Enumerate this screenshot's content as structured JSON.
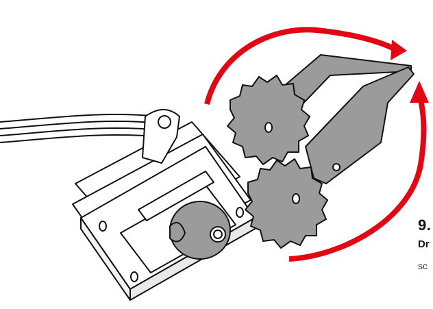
{
  "step": {
    "number": "9.",
    "title": "Dr",
    "description": "sc"
  },
  "colors": {
    "arrow": "#e30613",
    "part_fill": "#9b9b9b",
    "outline": "#111111",
    "background": "#ffffff"
  },
  "icons": {
    "rotation_arrows": "curved-arrow-icon",
    "gripper": "gripper-claw-icon",
    "servo": "servo-motor-icon"
  }
}
